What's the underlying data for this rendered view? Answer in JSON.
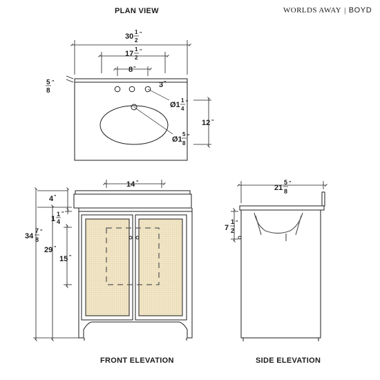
{
  "titles": {
    "plan_view": "PLAN VIEW",
    "front_elevation": "FRONT ELEVATION",
    "side_elevation": "SIDE ELEVATION"
  },
  "brand": {
    "name": "WORLDS AWAY",
    "separator": "|",
    "product": "BOYD"
  },
  "dimensions": {
    "plan_overall_width": {
      "whole": "30",
      "num": "1",
      "den": "2",
      "unit": "\""
    },
    "plan_faucet_spread": {
      "whole": "17",
      "num": "1",
      "den": "2",
      "unit": "\""
    },
    "plan_center_spread": {
      "whole": "8",
      "unit": "\""
    },
    "plan_backsplash": {
      "num": "5",
      "den": "8",
      "unit": "\""
    },
    "plan_faucet_offset": {
      "whole": "3",
      "unit": "\""
    },
    "plan_faucet_hole": {
      "prefix": "Ø1",
      "num": "1",
      "den": "4",
      "unit": "\""
    },
    "plan_basin_depth": {
      "whole": "12",
      "unit": "\""
    },
    "plan_drain_hole": {
      "prefix": "Ø1",
      "num": "5",
      "den": "8",
      "unit": "\""
    },
    "front_width_14": {
      "whole": "14",
      "unit": "\""
    },
    "front_top_4": {
      "whole": "4",
      "unit": "\""
    },
    "front_top_thickness": {
      "whole": "1",
      "num": "1",
      "den": "4",
      "unit": "\""
    },
    "front_overall_height": {
      "whole": "34",
      "num": "7",
      "den": "8",
      "unit": "\""
    },
    "front_top_height": {
      "whole": "29",
      "unit": "\""
    },
    "front_door_15": {
      "whole": "15",
      "unit": "\""
    },
    "side_depth": {
      "whole": "21",
      "num": "5",
      "den": "8",
      "unit": "\""
    },
    "side_basin_depth": {
      "whole": "7",
      "num": "1",
      "den": "2",
      "unit": "\""
    }
  },
  "colors": {
    "line": "#1a1a1a",
    "cane": "#f3e7c8",
    "cane_grid": "#d8c9a3",
    "dash": "#555555"
  }
}
